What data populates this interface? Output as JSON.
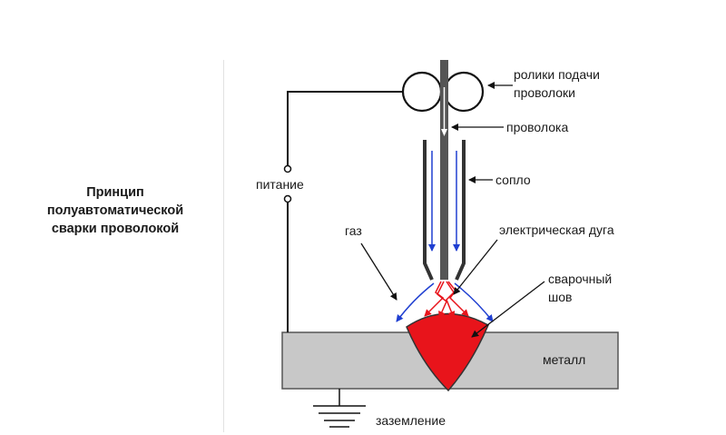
{
  "title": {
    "line1": "Принцип",
    "line2": "полуавтоматической",
    "line3": "сварки проволокой"
  },
  "labels": {
    "rollers_line1": "ролики подачи",
    "rollers_line2": "проволоки",
    "wire": "проволока",
    "nozzle": "сопло",
    "power": "питание",
    "gas": "газ",
    "arc": "электрическая дуга",
    "weld_line1": "сварочный",
    "weld_line2": "шов",
    "metal": "металл",
    "ground": "заземление"
  },
  "colors": {
    "weld": "#e8141b",
    "metal": "#c8c8c8",
    "gas_arrows": "#1f3fd1",
    "arc_arrows": "#e8141b",
    "wire": "#555555"
  }
}
